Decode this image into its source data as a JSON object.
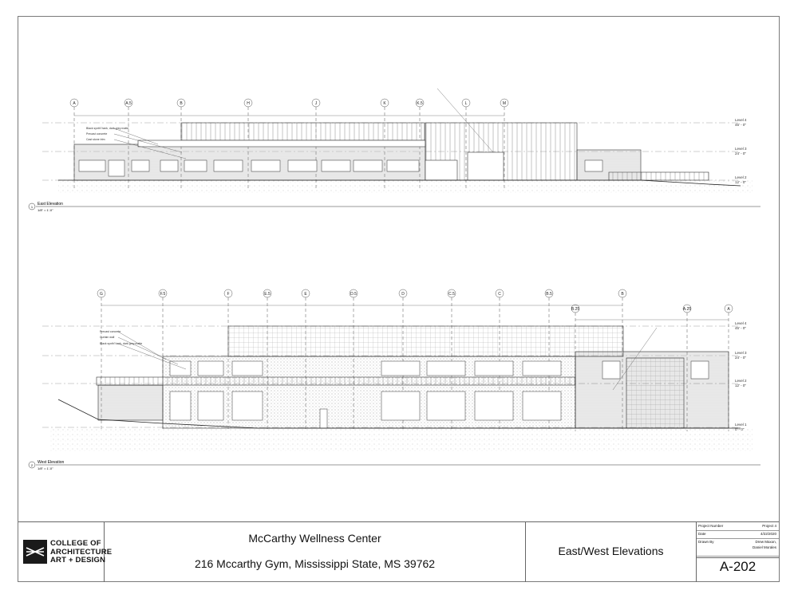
{
  "east_elevation": {
    "title": "East Elevation",
    "scale": "1/8\" = 1'-0\"",
    "view_number": "1",
    "grid_labels": [
      "A",
      "A.5",
      "B",
      "H",
      "J",
      "K",
      "K.5",
      "L",
      "M"
    ],
    "levels": [
      "Level 4",
      "Level 3",
      "Level 2"
    ],
    "level_heights": [
      "45' - 0\"",
      "24' - 0\"",
      "12' - 0\""
    ],
    "notes": [
      "Black synth'l tank, dark grey matte",
      "Precast concrete",
      "Cast stone trim"
    ]
  },
  "west_elevation": {
    "title": "West Elevation",
    "scale": "1/8\" = 1'-0\"",
    "view_number": "2",
    "grid_labels": [
      "G",
      "F.5",
      "F",
      "E.5",
      "E",
      "D.5",
      "D",
      "C.5",
      "C",
      "B.5",
      "B"
    ],
    "grid_labels_right": [
      "B.25",
      "A.25",
      "A"
    ],
    "levels": [
      "Level 4",
      "Level 3",
      "Level 2",
      "Level 1"
    ],
    "level_heights": [
      "45' - 0\"",
      "24' - 0\"",
      "12' - 0\"",
      "0' - 0\""
    ],
    "notes": [
      "Precast concrete",
      "Curtain wall",
      "Black synth'l tank, dark grey matte"
    ]
  },
  "title_block": {
    "school_lines": [
      "COLLEGE OF",
      "ARCHITECTURE",
      "ART + DESIGN"
    ],
    "project_name": "McCarthy Wellness Center",
    "project_address": "216 Mccarthy Gym, Mississippi State, MS 39762",
    "sheet_title": "East/West Elevations",
    "project_number_label": "Project Number",
    "project_number": "Project 4",
    "date_label": "Date",
    "date": "4/22/2020",
    "drawn_by_label": "Drawn By",
    "drawn_by_1": "Drew Maxon,",
    "drawn_by_2": "Daniel Morales",
    "sheet_number": "A-202"
  }
}
